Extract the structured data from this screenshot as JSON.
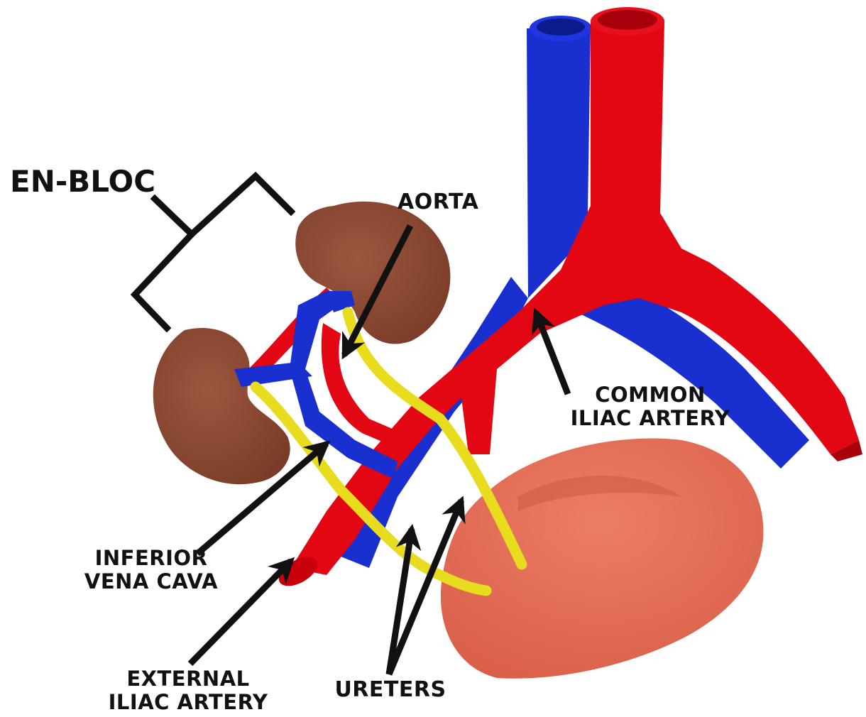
{
  "labels": {
    "en_bloc": "EN-BLOC",
    "aorta": "AORTA",
    "common_iliac_line1": "COMMON",
    "common_iliac_line2": "ILIAC ARTERY",
    "ivc_line1": "INFERIOR",
    "ivc_line2": "VENA CAVA",
    "external_iliac_line1": "EXTERNAL",
    "external_iliac_line2": "ILIAC ARTERY",
    "ureters": "URETERS"
  },
  "colors": {
    "artery": "#e30613",
    "artery_dark": "#a8000b",
    "vein": "#1a2fd0",
    "vein_dark": "#0c1a8a",
    "kidney": "#8e4a33",
    "kidney_dark": "#6e3522",
    "ureter": "#e8dc1e",
    "ureter_dark": "#b8a800",
    "bladder": "#e8705a",
    "bladder_dark": "#c9553f",
    "arrow": "#111111"
  }
}
